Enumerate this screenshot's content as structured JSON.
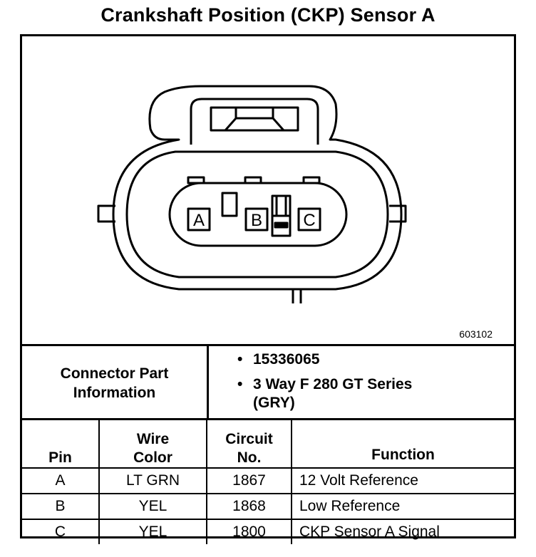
{
  "title": "Crankshaft Position (CKP) Sensor A",
  "figure_id": "603102",
  "connector": {
    "pin_labels": [
      "A",
      "B",
      "C"
    ]
  },
  "connector_info": {
    "label": "Connector Part Information",
    "items": [
      "15336065",
      "3 Way F 280 GT Series (GRY)"
    ]
  },
  "table": {
    "headers": [
      "Pin",
      "Wire Color",
      "Circuit No.",
      "Function"
    ],
    "rows": [
      {
        "pin": "A",
        "color": "LT GRN",
        "circuit": "1867",
        "function": "12 Volt Reference"
      },
      {
        "pin": "B",
        "color": "YEL",
        "circuit": "1868",
        "function": "Low Reference"
      },
      {
        "pin": "C",
        "color": "YEL",
        "circuit": "1800",
        "function": "CKP Sensor A Signal"
      }
    ]
  }
}
